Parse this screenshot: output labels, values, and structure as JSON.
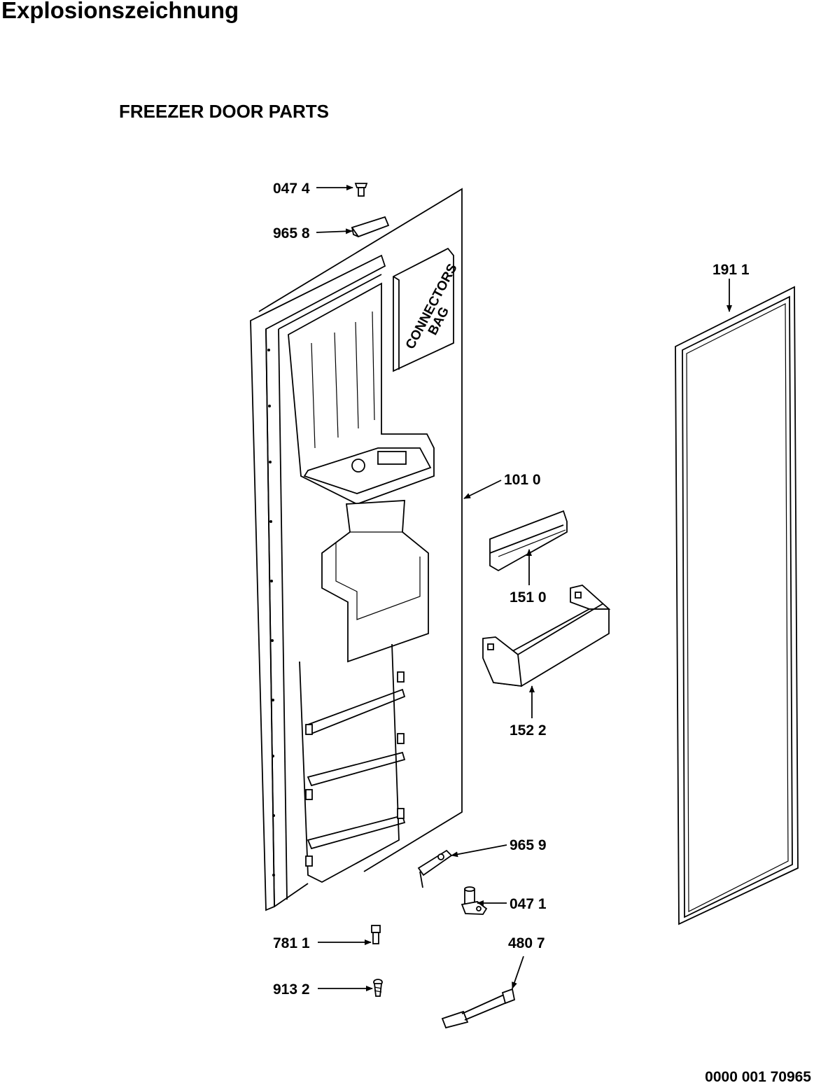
{
  "title": "Explosionszeichnung",
  "subtitle": "FREEZER DOOR PARTS",
  "document_number": "0000 001 70965",
  "connectors_bag": {
    "line1": "CONNECTORS",
    "line2": "BAG"
  },
  "parts": [
    {
      "label": "047 4",
      "name": "screw-top"
    },
    {
      "label": "965 8",
      "name": "hinge-bracket-top"
    },
    {
      "label": "191 1",
      "name": "door-gasket"
    },
    {
      "label": "101 0",
      "name": "door-liner"
    },
    {
      "label": "151 0",
      "name": "trim-strip"
    },
    {
      "label": "152 2",
      "name": "door-shelf-bin"
    },
    {
      "label": "965 9",
      "name": "hinge-bracket-bottom"
    },
    {
      "label": "047 1",
      "name": "hinge-pin"
    },
    {
      "label": "781 1",
      "name": "bushing"
    },
    {
      "label": "913 2",
      "name": "screw-bottom"
    },
    {
      "label": "480 7",
      "name": "wire-harness"
    }
  ]
}
